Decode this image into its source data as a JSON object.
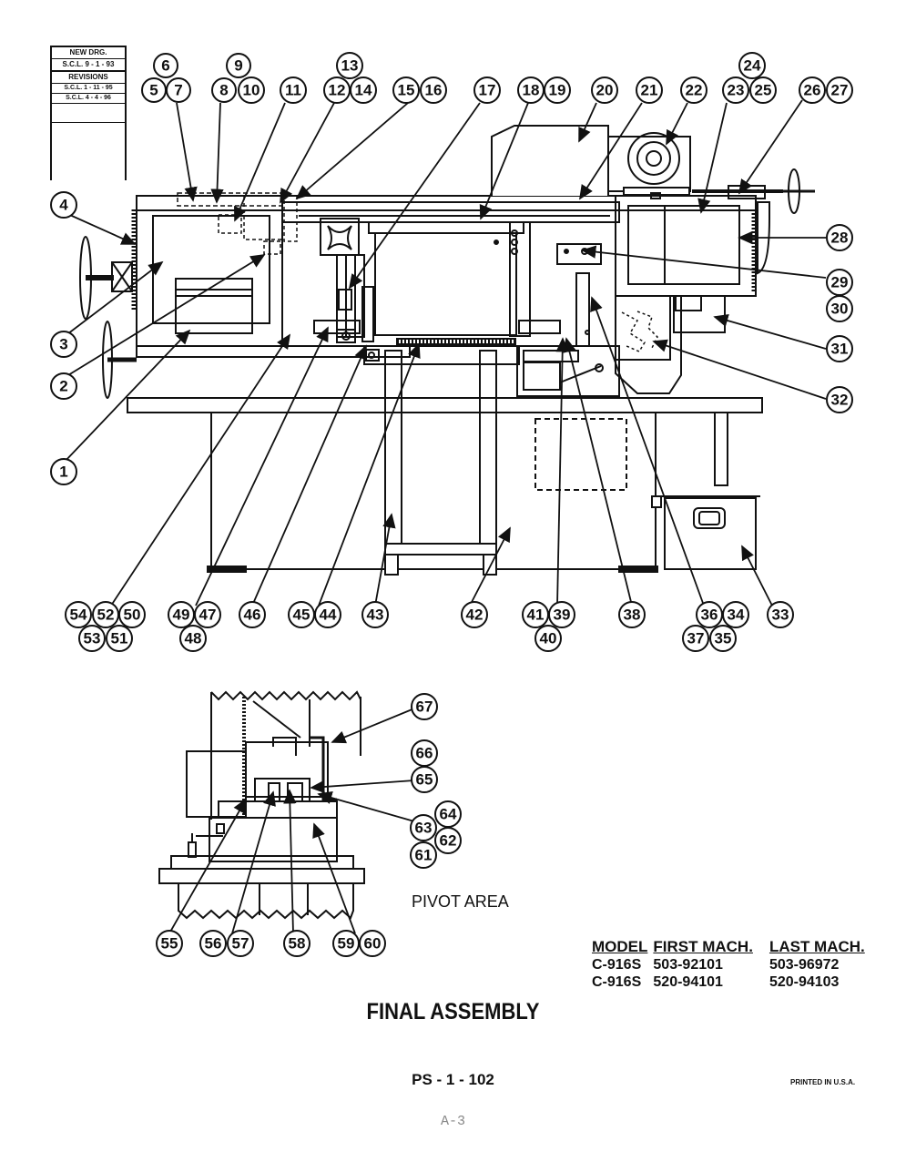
{
  "revisions": {
    "new_drg": "NEW DRG.",
    "new_drg_date": "S.C.L. 9 - 1 - 93",
    "header": "REVISIONS",
    "entries": [
      "S.C.L. 1 - 11 - 95",
      "S.C.L. 4 - 4 - 96"
    ]
  },
  "callouts": [
    "1",
    "2",
    "3",
    "4",
    "5",
    "6",
    "7",
    "8",
    "9",
    "10",
    "11",
    "12",
    "13",
    "14",
    "15",
    "16",
    "17",
    "18",
    "19",
    "20",
    "21",
    "22",
    "23",
    "24",
    "25",
    "26",
    "27",
    "28",
    "29",
    "30",
    "31",
    "32",
    "33",
    "34",
    "35",
    "36",
    "37",
    "38",
    "39",
    "40",
    "41",
    "42",
    "43",
    "44",
    "45",
    "46",
    "47",
    "48",
    "49",
    "50",
    "51",
    "52",
    "53",
    "54",
    "55",
    "56",
    "57",
    "58",
    "59",
    "60",
    "61",
    "62",
    "63",
    "64",
    "65",
    "66",
    "67"
  ],
  "pivot_label": "PIVOT AREA",
  "model_table": {
    "headers": [
      "MODEL",
      "FIRST MACH.",
      "LAST MACH."
    ],
    "rows": [
      [
        "C-916S",
        "503-92101",
        "503-96972"
      ],
      [
        "C-916S",
        "520-94101",
        "520-94103"
      ]
    ]
  },
  "title": "FINAL ASSEMBLY",
  "page_code": "PS - 1 - 102",
  "printed": "PRINTED IN U.S.A.",
  "footer_ref": "A-3"
}
